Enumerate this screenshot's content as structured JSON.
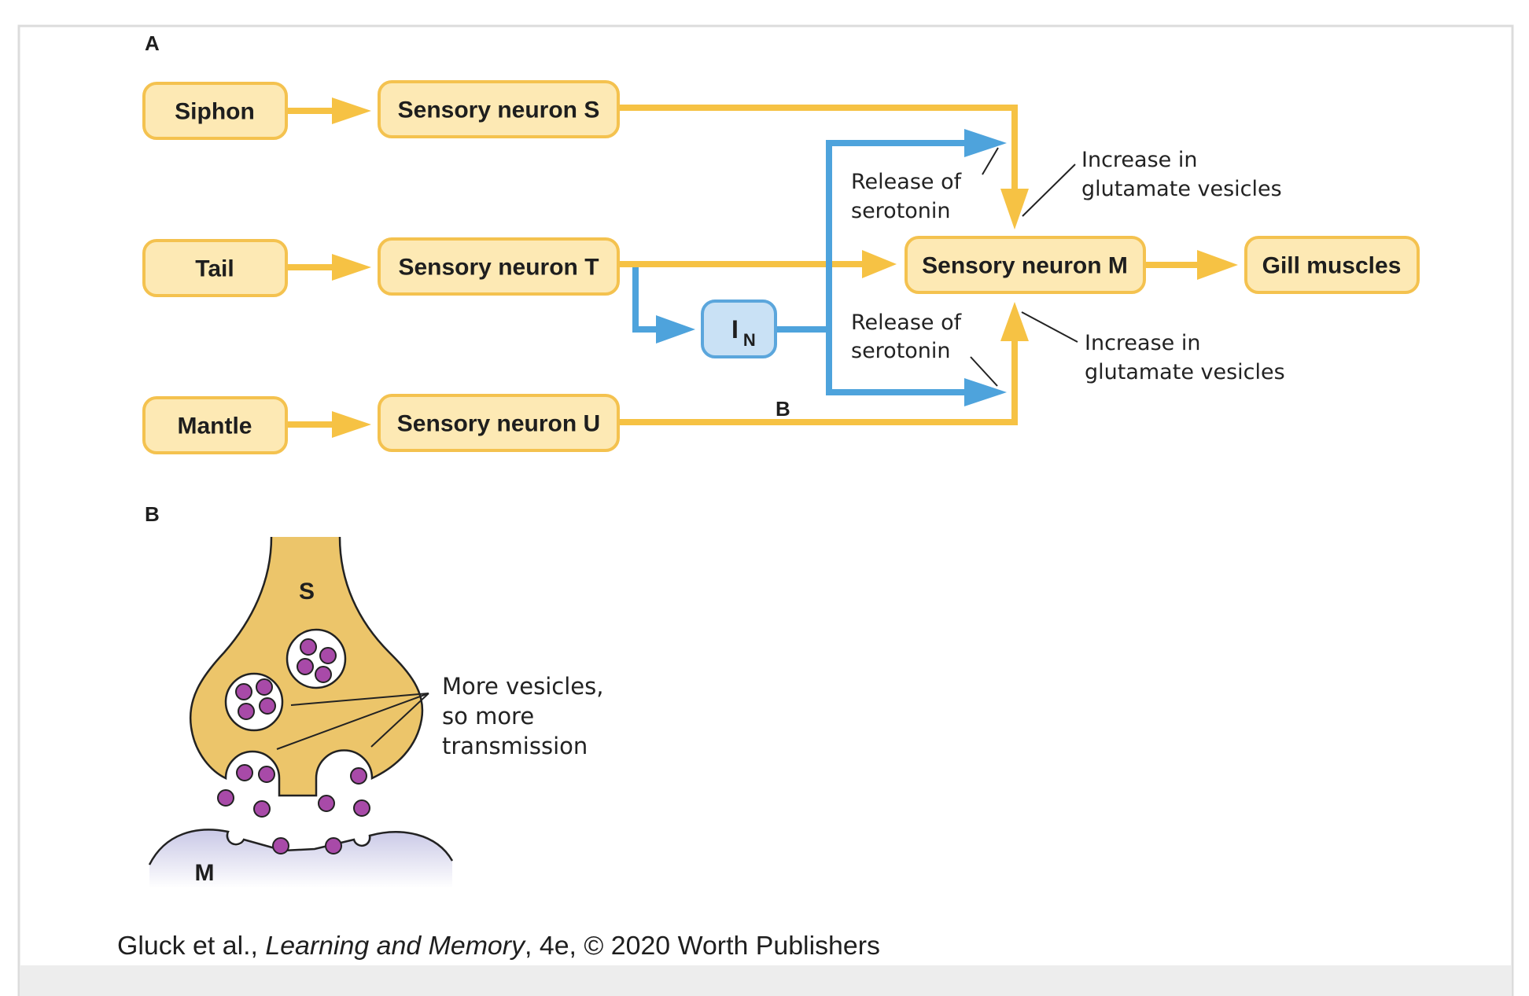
{
  "panel_a": {
    "label": "A",
    "boxes": {
      "siphon": "Siphon",
      "tail": "Tail",
      "mantle": "Mantle",
      "sensory_s": "Sensory neuron S",
      "sensory_t": "Sensory neuron T",
      "sensory_u": "Sensory neuron U",
      "interneuron_main": "I",
      "interneuron_sub": "N",
      "sensory_m": "Sensory neuron M",
      "gill": "Gill muscles"
    },
    "annotations": {
      "release_top_1": "Release of",
      "release_top_2": "serotonin",
      "release_bottom_1": "Release of",
      "release_bottom_2": "serotonin",
      "increase_top_1": "Increase in",
      "increase_top_2": "glutamate vesicles",
      "increase_bottom_1": "Increase in",
      "increase_bottom_2": "glutamate vesicles",
      "path_b_marker": "B"
    },
    "colors": {
      "sensory_pathway": "#f6c244",
      "modulatory_pathway": "#4ea3dc",
      "box_fill": "#fde9b4",
      "interneuron_fill": "#c9e1f5"
    }
  },
  "panel_b": {
    "label": "B",
    "presynaptic_label": "S",
    "postsynaptic_label": "M",
    "note_1": "More vesicles,",
    "note_2": "so more",
    "note_3": "transmission"
  },
  "caption": {
    "authors": "Gluck et al., ",
    "title": "Learning and Memory",
    "rest": ", 4e, © 2020 Worth Publishers"
  }
}
